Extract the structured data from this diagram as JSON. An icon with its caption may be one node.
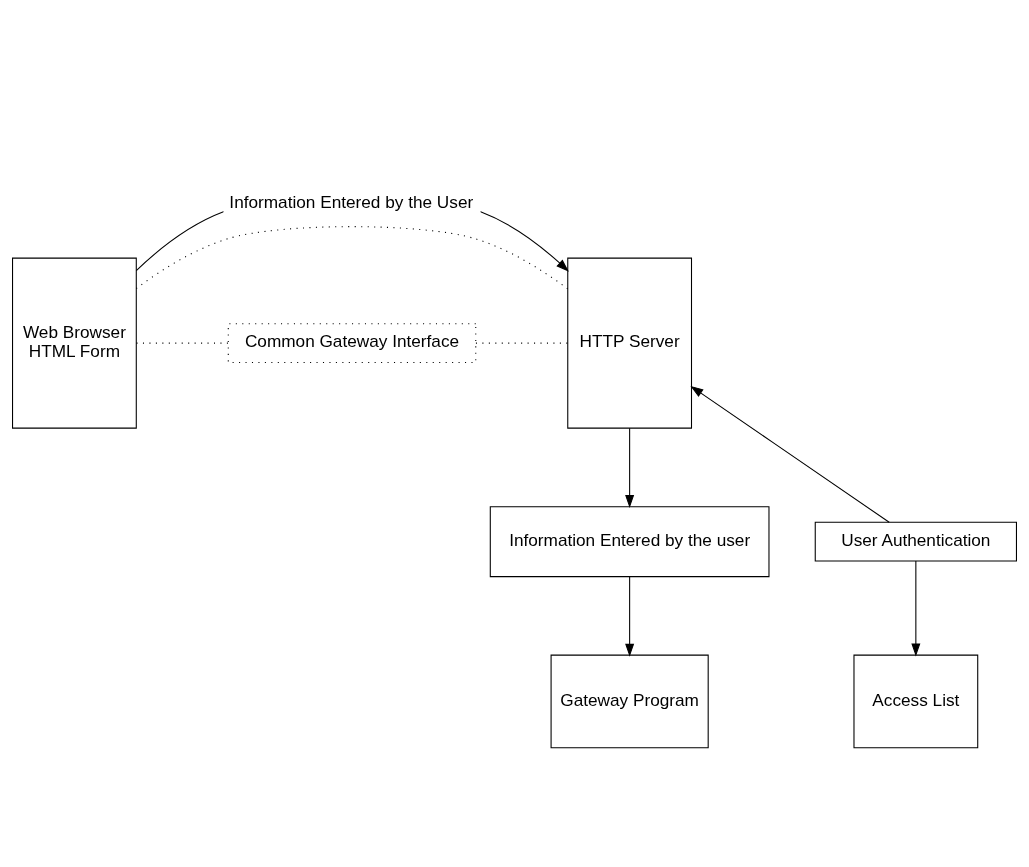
{
  "diagram": {
    "nodes": [
      {
        "text": [
          "Web Browser",
          "HTML Form"
        ]
      },
      {
        "text": [
          "HTTP Server"
        ]
      },
      {
        "text": [
          "Common Gateway Interface"
        ]
      },
      {
        "text": [
          "User Authentication"
        ]
      },
      {
        "text": [
          "Access List"
        ]
      },
      {
        "text": [
          "Information Entered by the user"
        ]
      },
      {
        "text": [
          "Gateway Program"
        ]
      }
    ],
    "edges": [
      {
        "from": 0,
        "to": 1,
        "arrow": "to",
        "label": "Information Entered by the User"
      },
      {
        "from": 0,
        "to": 1,
        "arrow": "none",
        "style": "dashed"
      },
      {
        "from": 0,
        "to": 2,
        "arrow": "none",
        "style": "dashed"
      },
      {
        "from": 2,
        "to": 1,
        "arrow": "none",
        "style": "dashed"
      },
      {
        "from": 3,
        "to": 1,
        "arrow": "to"
      },
      {
        "from": 3,
        "to": 4,
        "arrow": "to"
      },
      {
        "from": 1,
        "to": 5,
        "arrow": "to"
      },
      {
        "from": 5,
        "to": 6,
        "arrow": "to"
      }
    ]
  }
}
